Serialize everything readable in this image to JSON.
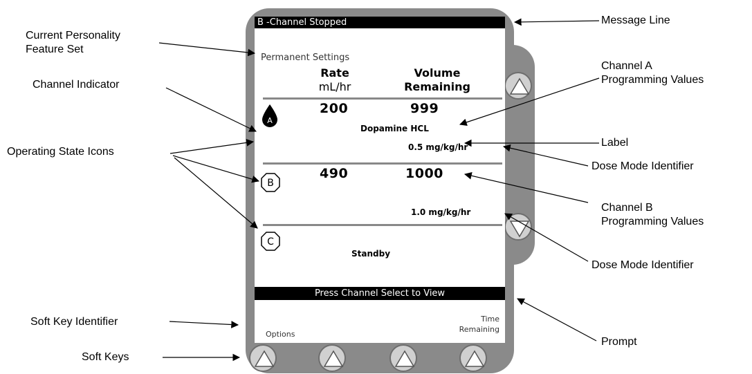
{
  "screen": {
    "message_line": "B -Channel Stopped",
    "personality": "Permanent Settings",
    "col_rate_line1": "Rate",
    "col_rate_line2": "mL/hr",
    "col_volume_line1": "Volume",
    "col_volume_line2": "Remaining",
    "channel_a": {
      "letter": "A",
      "rate": "200",
      "volume": "999",
      "label": "Dopamine HCL",
      "dose": "0.5 mg/kg/hr"
    },
    "channel_b": {
      "letter": "B",
      "rate": "490",
      "volume": "1000",
      "dose": "1.0 mg/kg/hr"
    },
    "channel_c": {
      "letter": "C",
      "status": "Standby"
    },
    "prompt": "Press Channel Select to View",
    "softkey_left": "Options",
    "softkey_right_line1": "Time",
    "softkey_right_line2": "Remaining"
  },
  "callouts": {
    "message_line": "Message Line",
    "personality_line1": "Current Personality",
    "personality_line2": "Feature Set",
    "channel_indicator": "Channel Indicator",
    "channel_a_values_line1": "Channel A",
    "channel_a_values_line2": "Programming Values",
    "label": "Label",
    "operating_state_icons": "Operating State Icons",
    "dose_mode_1": "Dose Mode Identifier",
    "channel_b_values_line1": "Channel B",
    "channel_b_values_line2": "Programming Values",
    "dose_mode_2": "Dose Mode Identifier",
    "soft_key_identifier": "Soft Key Identifier",
    "prompt": "Prompt",
    "soft_keys": "Soft Keys"
  },
  "colors": {
    "bezel": "#8a8a8a",
    "screen": "#ffffff",
    "bar": "#000000",
    "button": "#d0d0d0"
  },
  "icons": [
    "drop-icon",
    "octagon-icon",
    "up-arrow-icon",
    "down-arrow-icon"
  ]
}
